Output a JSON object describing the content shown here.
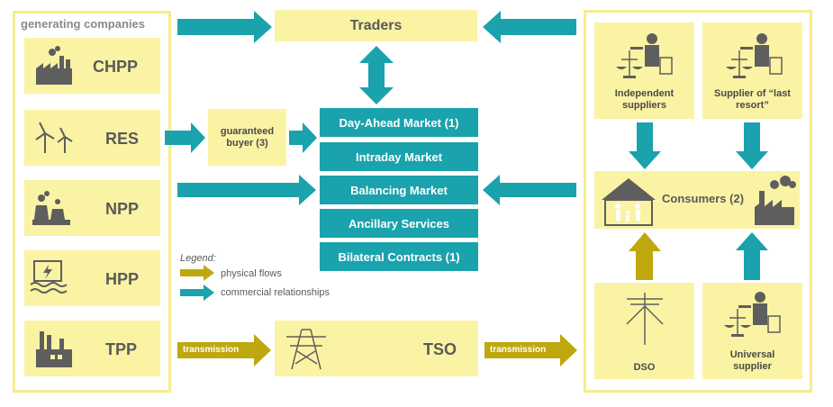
{
  "colors": {
    "teal": "#1aa2ad",
    "olive": "#bfa80d",
    "yellow_fill": "#faf3a3",
    "yellow_frame": "#f7ec8c",
    "icon_gray": "#5e5e5e"
  },
  "generating": {
    "title": "generating companies",
    "items": [
      {
        "label": "CHPP",
        "icon": "factory-icon"
      },
      {
        "label": "RES",
        "icon": "wind-turbine-icon"
      },
      {
        "label": "NPP",
        "icon": "nuclear-plant-icon"
      },
      {
        "label": "HPP",
        "icon": "hydro-plant-icon"
      },
      {
        "label": "TPP",
        "icon": "thermal-plant-icon"
      }
    ]
  },
  "traders": {
    "label": "Traders"
  },
  "guaranteed_buyer": {
    "label": "guaranteed buyer (3)"
  },
  "markets": {
    "day_ahead": "Day-Ahead Market (1)",
    "intraday": "Intraday Market",
    "balancing": "Balancing Market",
    "ancillary": "Ancillary Services",
    "bilateral": "Bilateral Contracts (1)"
  },
  "legend": {
    "title": "Legend:",
    "physical": "physical flows",
    "commercial": "commercial relationships"
  },
  "tso": {
    "label": "TSO"
  },
  "transmission_1": "transmission",
  "transmission_2": "transmission",
  "right": {
    "independent": "Independent suppliers",
    "last_resort": "Supplier of “last resort”",
    "consumers": "Consumers (2)",
    "dso": "DSO",
    "universal": "Universal supplier"
  }
}
